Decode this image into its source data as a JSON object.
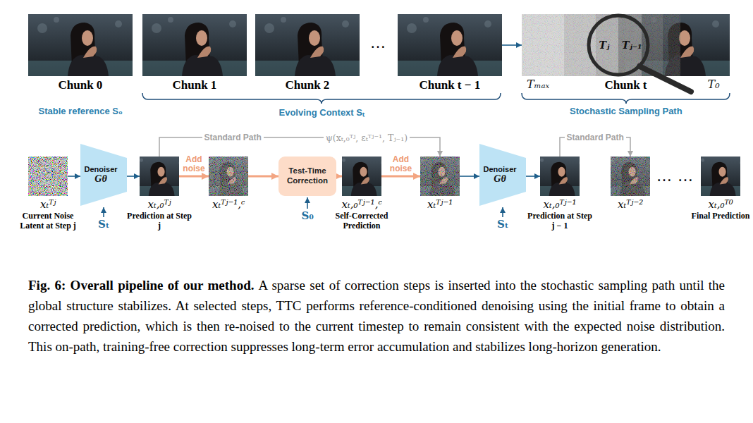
{
  "diagram": {
    "title": "Fig. 6: Overall pipeline of our method.",
    "caption": "A sparse set of correction steps is inserted into the stochastic sampling path until the global structure stabilizes. At selected steps, TTC performs reference-conditioned denoising using the initial frame to obtain a corrected prediction, which is then re-noised to the current timestep to remain consistent with the expected noise distribution. This on-path, training-free correction suppresses long-term error accumulation and stabilizes long-horizon generation.",
    "nodes": [
      {
        "text": [
          "Chunk 0"
        ]
      },
      {
        "text": [
          "Chunk 1"
        ]
      },
      {
        "text": [
          "Chunk 2"
        ]
      },
      {
        "text": [
          "Chunk t − 1"
        ]
      },
      {
        "text": [
          "Chunk t"
        ]
      },
      {
        "text": [
          "xₜᵀʲ",
          "Current Noise Latent at Step j"
        ]
      },
      {
        "text": [
          "Denoiser",
          "Gθ"
        ]
      },
      {
        "text": [
          "xₜ,₀ᵀʲ",
          "Prediction at Step j"
        ]
      },
      {
        "text": [
          "xₜᵀʲ⁻¹,ᶜ"
        ]
      },
      {
        "text": [
          "Test-Time Correction"
        ]
      },
      {
        "text": [
          "xₜ,₀ᵀʲ⁻¹,ᶜ",
          "Self-Corrected Prediction"
        ]
      },
      {
        "text": [
          "xₜᵀʲ⁻¹"
        ]
      },
      {
        "text": [
          "Denoiser",
          "Gθ"
        ]
      },
      {
        "text": [
          "xₜ,₀ᵀʲ⁻¹",
          "Prediction at Step j − 1"
        ]
      },
      {
        "text": [
          "xₜᵀʲ⁻²"
        ]
      },
      {
        "text": [
          "xₜ,₀ᵀ⁰",
          "Final Prediction"
        ]
      }
    ],
    "edges": [
      {
        "from": 3,
        "to": 4,
        "arrow": "to"
      },
      {
        "from": 5,
        "to": 6,
        "arrow": "to"
      },
      {
        "from": 6,
        "to": 7,
        "arrow": "to"
      },
      {
        "from": 7,
        "to": 8,
        "label": "Add noise",
        "arrow": "to"
      },
      {
        "from": 8,
        "to": 9,
        "arrow": "to"
      },
      {
        "from": 9,
        "to": 10,
        "arrow": "to"
      },
      {
        "from": 10,
        "to": 11,
        "label": "Add noise",
        "arrow": "to"
      },
      {
        "from": 11,
        "to": 12,
        "arrow": "to"
      },
      {
        "from": 12,
        "to": 13,
        "arrow": "to"
      },
      {
        "from": 7,
        "to": 11,
        "label": "Standard Path",
        "arrow": "to"
      },
      {
        "from": 13,
        "to": 14,
        "label": "Standard Path",
        "arrow": "to"
      }
    ],
    "labels": [
      "Stable reference S₀",
      "Evolving Context Sₜ",
      "Stochastic Sampling Path",
      "…",
      "Tₘₐₓ",
      "T₀",
      "Tⱼ",
      "Tⱼ₋₁",
      "Sₜ",
      "S₀",
      "Sₜ",
      "ψ(xₜ,₀ᵀʲ, εₜᵀʲ⁻¹, Tⱼ₋₁)",
      "…",
      "…"
    ]
  }
}
